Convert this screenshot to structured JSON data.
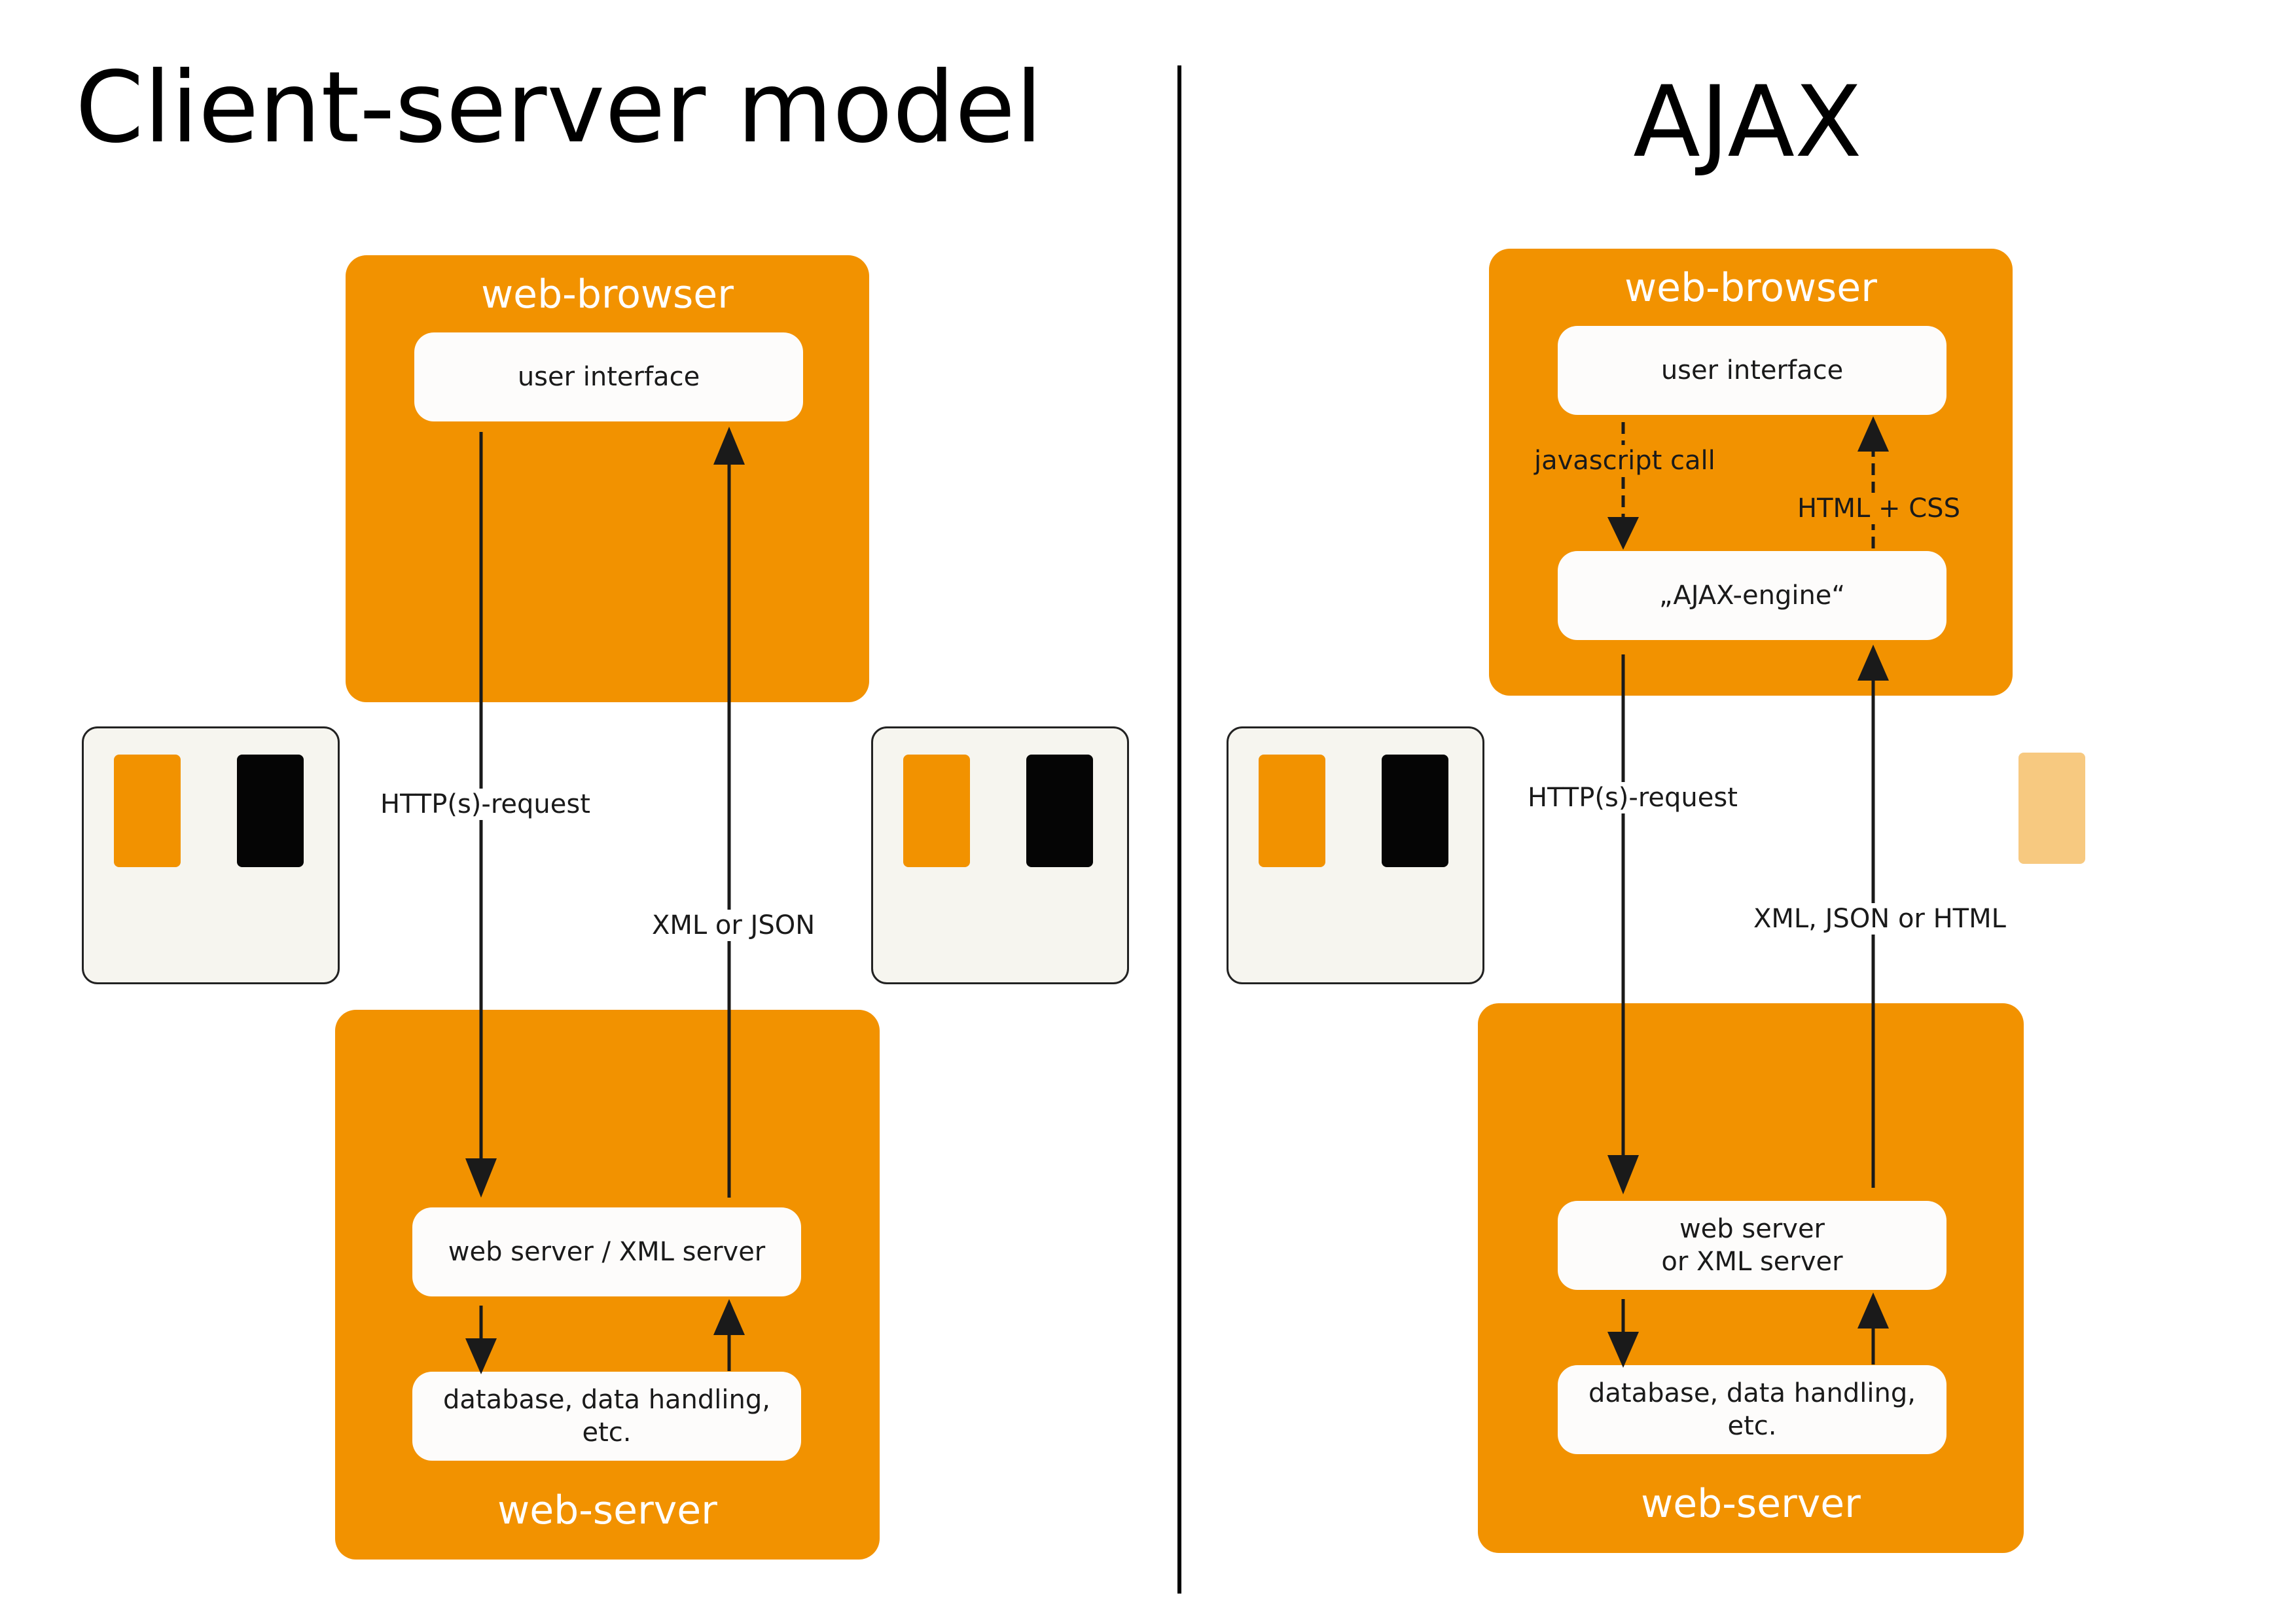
{
  "titles": {
    "left": "Client-server model",
    "right": "AJAX"
  },
  "left": {
    "browser": {
      "title": "web-browser",
      "ui": "user interface"
    },
    "server": {
      "title": "web-server",
      "app": "web server / XML server",
      "db": "database, data handling,\netc."
    },
    "request_label": "HTTP(s)-request",
    "response_label": "XML or JSON"
  },
  "right": {
    "browser": {
      "title": "web-browser",
      "ui": "user interface",
      "engine": "„AJAX-engine“"
    },
    "js_call_label": "javascript call",
    "html_css_label": "HTML + CSS",
    "server": {
      "title": "web-server",
      "app": "web server\nor XML server",
      "db": "database, data handling,\netc."
    },
    "request_label": "HTTP(s)-request",
    "response_label": "XML, JSON or HTML"
  },
  "colors": {
    "panel": "#f29200",
    "node": "#fdfcfb",
    "legend_bg": "#f6f5ef",
    "swatch_orange": "#f29200",
    "swatch_black": "#050505",
    "swatch_light_orange": "#f7c980",
    "arrow": "#1a1a1a"
  }
}
